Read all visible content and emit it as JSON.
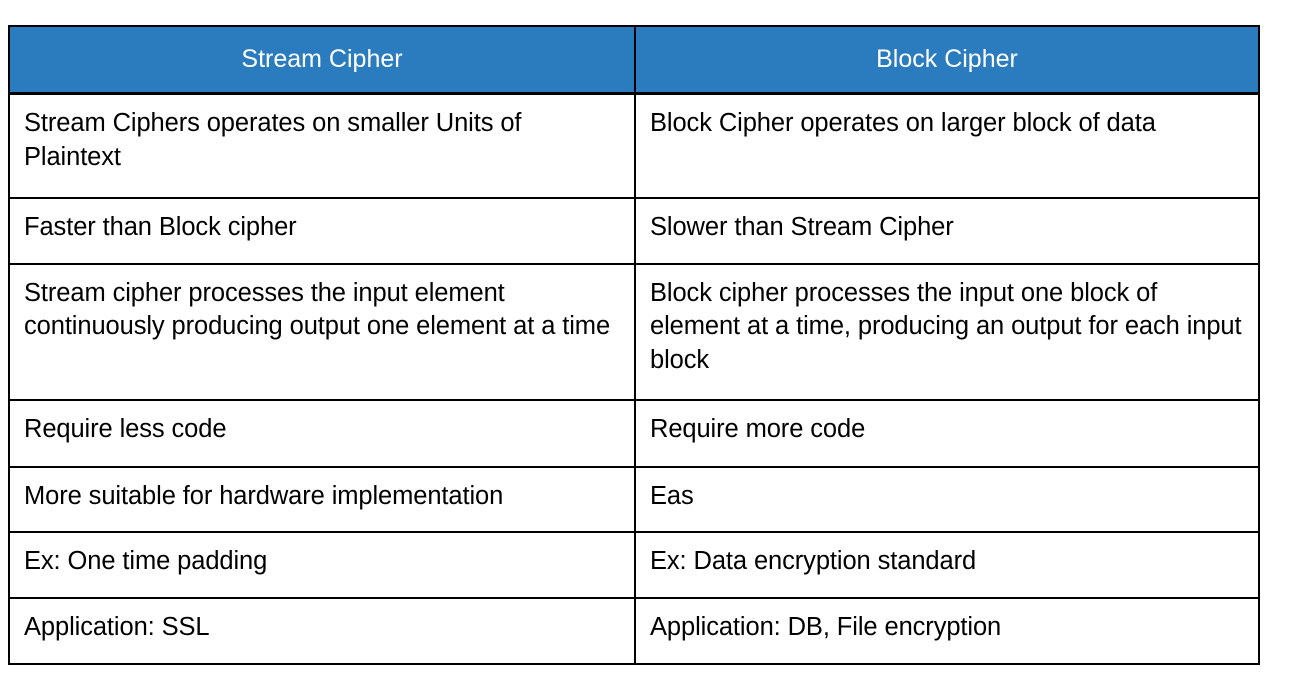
{
  "table": {
    "title": "Stream Cipher vs Block Cipher comparison",
    "accent_color": "#2a7cbf",
    "header_text_color": "#ffffff",
    "border_color": "#000000",
    "background_color": "#ffffff",
    "columns": [
      {
        "label": "Stream Cipher"
      },
      {
        "label": "Block Cipher"
      }
    ],
    "rows": [
      {
        "left": "Stream Ciphers operates on smaller Units of Plaintext",
        "right": "Block Cipher operates on larger block of data"
      },
      {
        "left": "Faster than Block cipher",
        "right": "Slower than Stream Cipher"
      },
      {
        "left": "Stream cipher processes the input element continuously producing output one element at a time",
        "right": "Block cipher processes the input one block of element at a time, producing an output for each input block"
      },
      {
        "left": "Require less code",
        "right": "Require more code"
      },
      {
        "left": "More suitable for hardware implementation",
        "right": "Eas"
      },
      {
        "left": "Ex: One time padding",
        "right": "Ex: Data encryption standard"
      },
      {
        "left": "Application: SSL",
        "right": "Application: DB, File encryption"
      }
    ]
  }
}
